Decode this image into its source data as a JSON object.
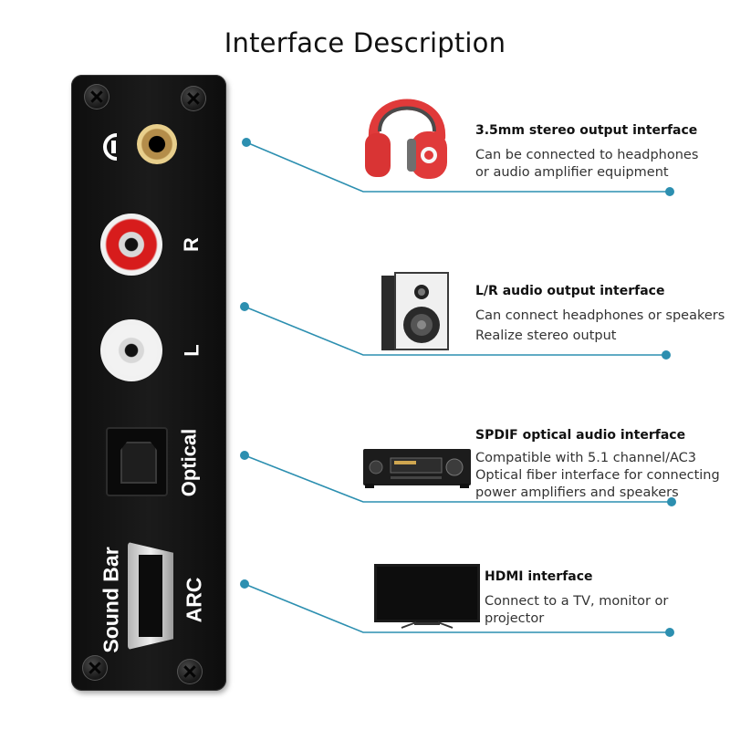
{
  "title": "Interface Description",
  "panel": {
    "label_r": "R",
    "label_l": "L",
    "label_optical": "Optical",
    "label_arc": "ARC",
    "label_soundbar": "Sound Bar"
  },
  "interfaces": [
    {
      "heading": "3.5mm stereo output interface",
      "lines": [
        "Can be connected to headphones",
        "or audio amplifier equipment"
      ],
      "device_icon": "headphones-icon"
    },
    {
      "heading": "L/R audio output interface",
      "lines": [
        "Can connect headphones or speakers",
        "Realize stereo output"
      ],
      "device_icon": "speaker-icon"
    },
    {
      "heading": "SPDIF optical audio interface",
      "lines": [
        "Compatible with 5.1 channel/AC3",
        "Optical fiber interface for connecting",
        "power amplifiers and speakers"
      ],
      "device_icon": "av-receiver-icon"
    },
    {
      "heading": "HDMI interface",
      "lines": [
        "Connect to a TV, monitor or",
        "projector"
      ],
      "device_icon": "tv-icon"
    }
  ],
  "colors": {
    "leader_line": "#2c8fb0",
    "headphone_red": "#e03a3a",
    "headphone_gray": "#6f6f6f",
    "panel_black": "#141414"
  }
}
